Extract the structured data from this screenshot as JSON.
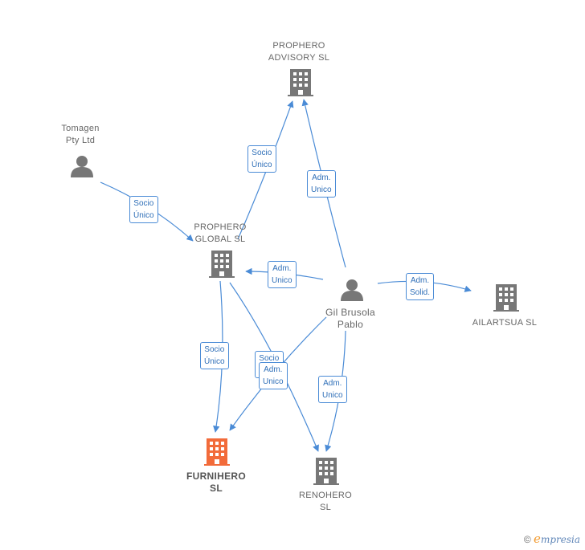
{
  "nodes": {
    "prophero_advisory": {
      "label": "PROPHERO\nADVISORY  SL",
      "icon": "building-icon",
      "color": "#777777"
    },
    "tomagen": {
      "label": "Tomagen\nPty Ltd",
      "icon": "person-icon",
      "color": "#777777"
    },
    "prophero_global": {
      "label": "PROPHERO\nGLOBAL  SL",
      "icon": "building-icon",
      "color": "#777777"
    },
    "gil_brusola": {
      "label": "Gil Brusola\nPablo",
      "icon": "person-icon",
      "color": "#777777"
    },
    "ailartsua": {
      "label": "AILARTSUA  SL",
      "icon": "building-icon",
      "color": "#777777"
    },
    "furnihero": {
      "label": "FURNIHERO\nSL",
      "icon": "building-icon",
      "color": "#f26b3a"
    },
    "renohero": {
      "label": "RENOHERO\nSL",
      "icon": "building-icon",
      "color": "#777777"
    }
  },
  "edges": [
    {
      "id": "e1",
      "label": "Socio\nÚnico"
    },
    {
      "id": "e2",
      "label": "Adm.\nUnico"
    },
    {
      "id": "e3",
      "label": "Socio\nÚnico"
    },
    {
      "id": "e4",
      "label": "Adm.\nUnico"
    },
    {
      "id": "e5",
      "label": "Adm.\nSolid."
    },
    {
      "id": "e6",
      "label": "Socio\nÚnico"
    },
    {
      "id": "e7",
      "label": "Socio\nÚnico"
    },
    {
      "id": "e8",
      "label": "Adm.\nUnico"
    },
    {
      "id": "e9",
      "label": "Adm.\nUnico"
    }
  ],
  "footer": {
    "copyright": "©",
    "brand_e": "e",
    "brand_rest": "mpresia"
  },
  "colors": {
    "edge": "#4a8bd6",
    "node": "#777777",
    "focus": "#f26b3a"
  }
}
